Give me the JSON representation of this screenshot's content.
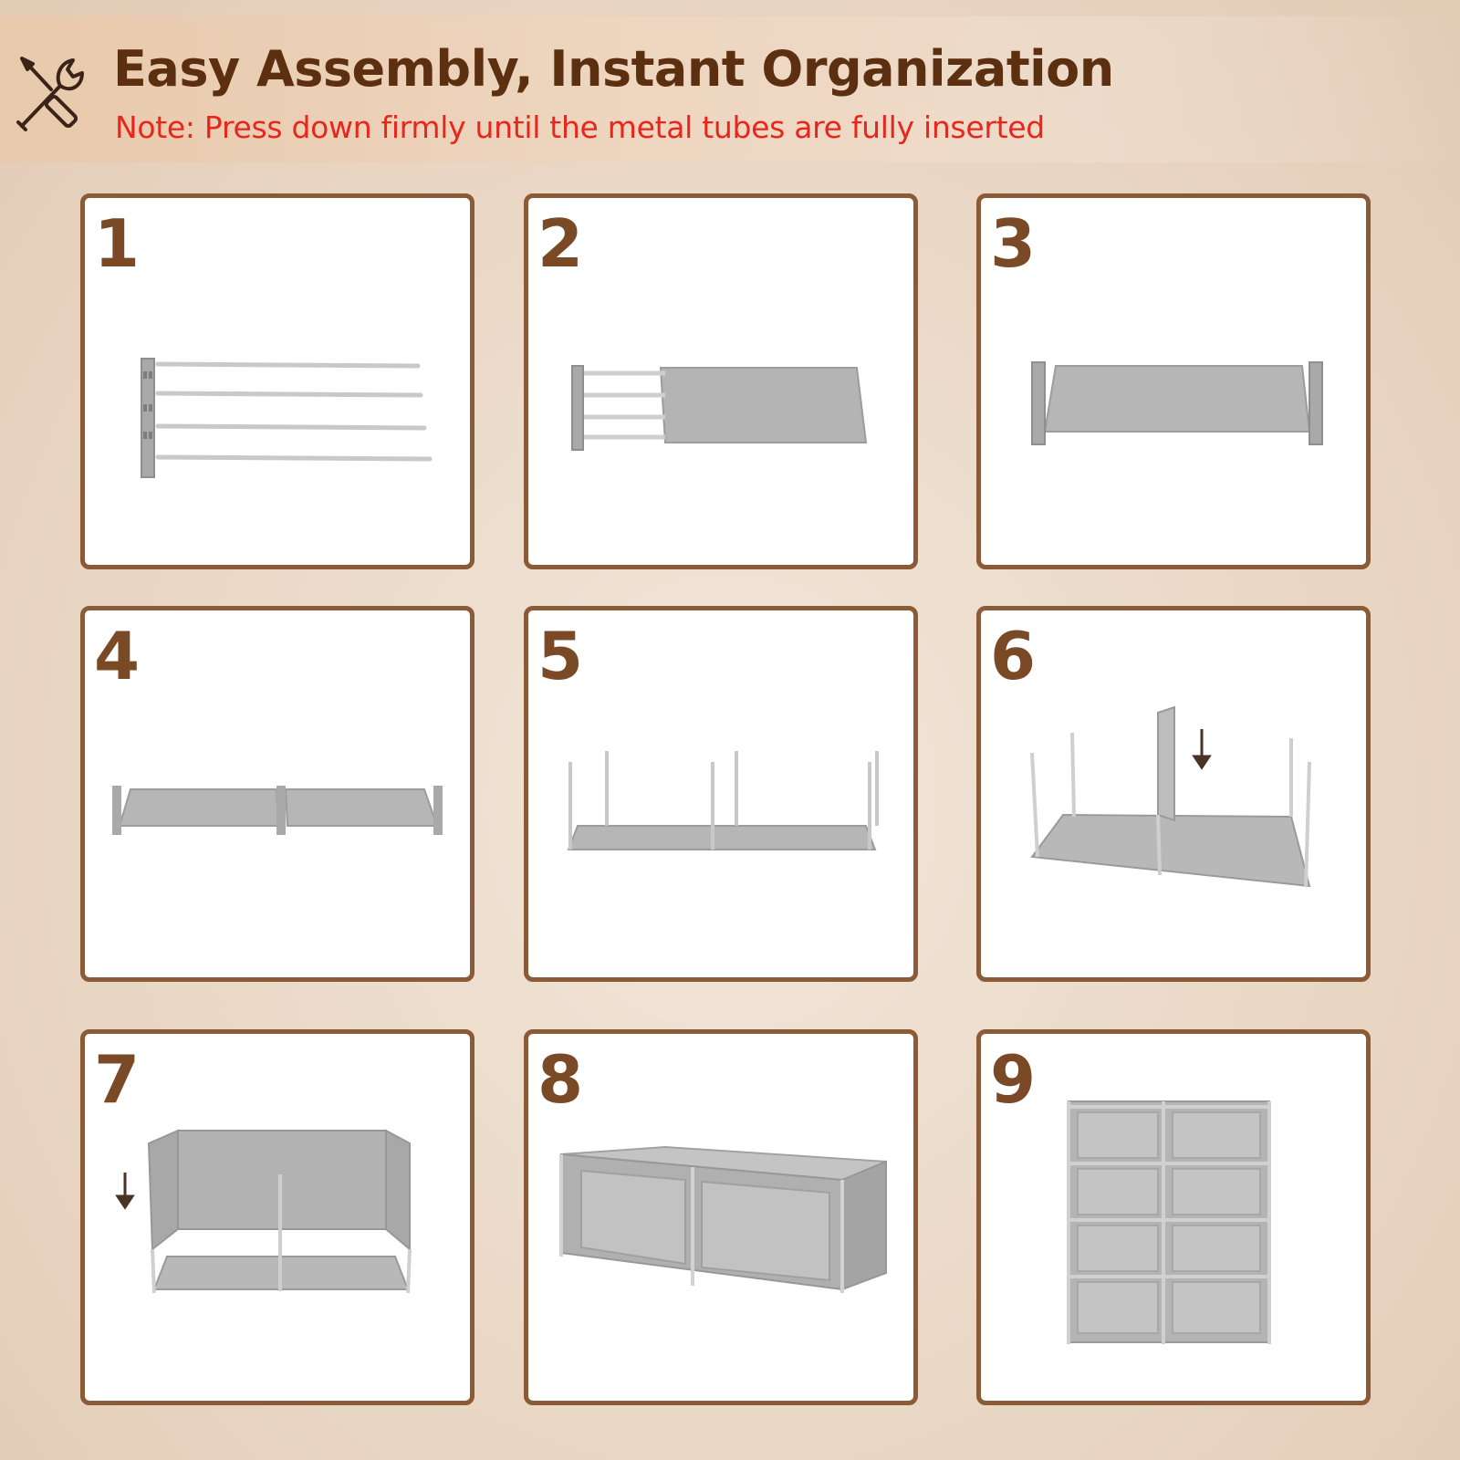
{
  "header": {
    "title": "Easy Assembly, Instant Organization",
    "note": "Note: Press down firmly until the metal tubes are fully inserted",
    "icon": "tools-icon"
  },
  "steps": [
    {
      "number": "1"
    },
    {
      "number": "2"
    },
    {
      "number": "3"
    },
    {
      "number": "4"
    },
    {
      "number": "5"
    },
    {
      "number": "6"
    },
    {
      "number": "7"
    },
    {
      "number": "8"
    },
    {
      "number": "9"
    }
  ],
  "colors": {
    "title": "#5b2f10",
    "note": "#e8261c",
    "frame": "#8b5a36",
    "step_number": "#7a4a26"
  }
}
